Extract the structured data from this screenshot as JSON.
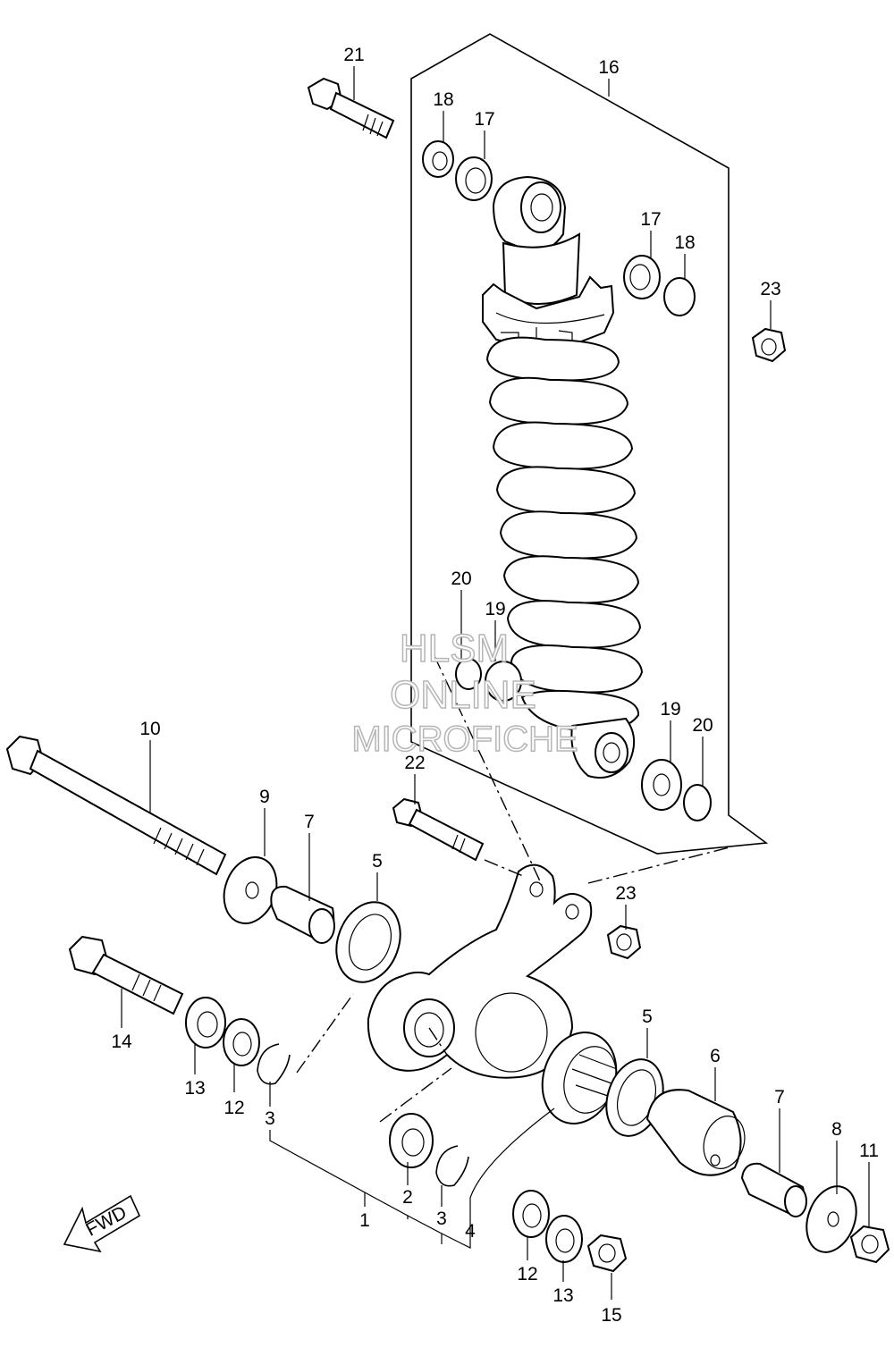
{
  "diagram": {
    "type": "exploded-parts-diagram",
    "labels": {
      "l21": "21",
      "l16": "16",
      "l18a": "18",
      "l17a": "17",
      "l17b": "17",
      "l18b": "18",
      "l23a": "23",
      "l20a": "20",
      "l19a": "19",
      "l19b": "19",
      "l20b": "20",
      "l10": "10",
      "l22": "22",
      "l9": "9",
      "l7a": "7",
      "l5a": "5",
      "l23b": "23",
      "l14": "14",
      "l13a": "13",
      "l12a": "12",
      "l3a": "3",
      "l5b": "5",
      "l6": "6",
      "l7b": "7",
      "l8": "8",
      "l11": "11",
      "l2": "2",
      "l3b": "3",
      "l1": "1",
      "l4": "4",
      "l12b": "12",
      "l13b": "13",
      "l15": "15"
    },
    "fwd_label": "FWD",
    "watermark": {
      "line1": "HLSM",
      "line2": "ONLINE",
      "line3": "MICROFICHE"
    },
    "colors": {
      "line": "#000000",
      "background": "#ffffff",
      "watermark_outline": "#b5b5b5"
    }
  }
}
